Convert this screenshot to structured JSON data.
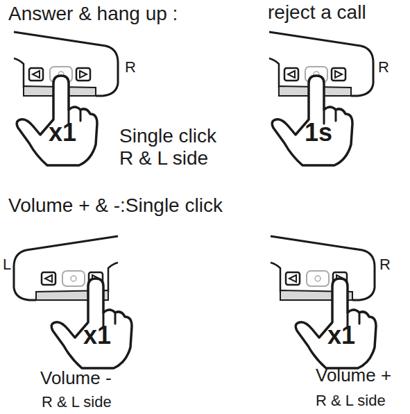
{
  "diagram": {
    "labels": [
      "Answer & hang up :",
      "reject a call",
      "R",
      "R",
      "x1",
      "Single click R & L side",
      "1s",
      "Volume + & -:Single click",
      "L",
      "R",
      "x1",
      "x1",
      "Volume -",
      "R & L side",
      "Volume +",
      "R & L side"
    ]
  }
}
